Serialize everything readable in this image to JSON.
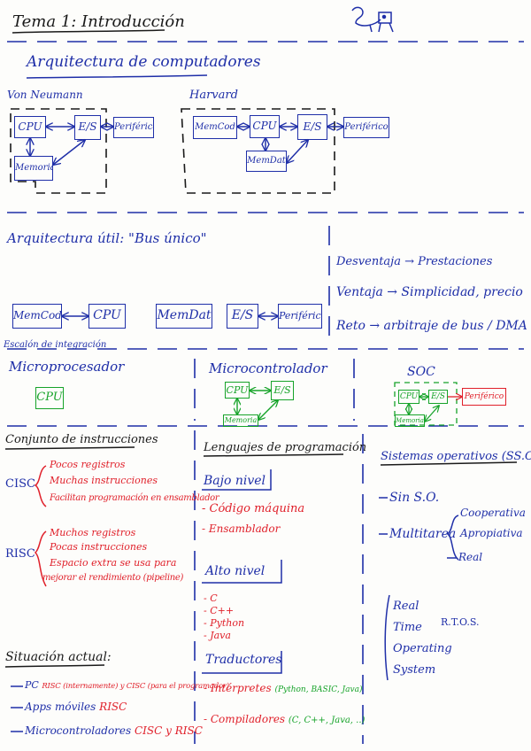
{
  "header": {
    "title": "Tema 1: Introducción"
  },
  "arch": {
    "title": "Arquitectura de computadores",
    "vn": {
      "label": "Von Neumann",
      "cpu": "CPU",
      "es": "E/S",
      "perif": "Periférico",
      "mem": "Memoria"
    },
    "harvard": {
      "label": "Harvard",
      "memcod": "MemCod",
      "cpu": "CPU",
      "es": "E/S",
      "perif": "Periférico",
      "memdat": "MemDat"
    }
  },
  "bus": {
    "title": "Arquitectura útil: \"Bus único\"",
    "memcod": "MemCod",
    "cpu": "CPU",
    "memdat": "MemDat",
    "es": "E/S",
    "perif": "Periférico",
    "desventaja": "Desventaja → Prestaciones",
    "ventaja": "Ventaja → Simplicidad, precio",
    "reto": "Reto → arbitraje de bus / DMA",
    "escalon": "Escalón de integración"
  },
  "integration": {
    "micro": {
      "label": "Microprocesador",
      "cpu": "CPU"
    },
    "mcu": {
      "label": "Microcontrolador",
      "cpu": "CPU",
      "es": "E/S",
      "mem": "Memoria"
    },
    "soc": {
      "label": "SOC",
      "cpu": "CPU",
      "es": "E/S",
      "mem": "Memoria",
      "perif": "Periférico"
    }
  },
  "isa": {
    "title": "Conjunto de instrucciones",
    "cisc": {
      "label": "CISC",
      "items": [
        "Pocos registros",
        "Muchas instrucciones",
        "Facilitan programación en ensamblador"
      ]
    },
    "risc": {
      "label": "RISC",
      "items": [
        "Muchos registros",
        "Pocas instrucciones",
        "Espacio extra se usa para",
        "mejorar el rendimiento (pipeline)"
      ]
    },
    "situacion": {
      "title": "Situación actual:",
      "pc_prefix": "PC",
      "pc_red": "RISC (internamente) y CISC (para el programador)",
      "apps_prefix": "Apps móviles",
      "apps_red": "RISC",
      "mcu_prefix": "Microcontroladores",
      "mcu_red": "CISC y RISC"
    }
  },
  "lang": {
    "title": "Lenguajes de programación",
    "bajo": {
      "label": "Bajo nivel",
      "items": [
        "Código máquina",
        "Ensamblador"
      ]
    },
    "alto": {
      "label": "Alto nivel",
      "items": [
        "C",
        "C++",
        "Python",
        "Java"
      ]
    },
    "trad": {
      "label": "Traductores",
      "interp": "Intérpretes",
      "interp_ex": "(Python, BASIC, Java)",
      "comp": "Compiladores",
      "comp_ex": "(C, C++, Java, ..)"
    }
  },
  "os": {
    "title": "Sistemas operativos (SS.OO)",
    "sin": "Sin S.O.",
    "multi": "Multitarea",
    "multi_items": [
      "Cooperativa",
      "Apropiativa",
      "Real"
    ],
    "rtos_words": [
      "Real",
      "Time",
      "Operating",
      "System"
    ],
    "rtos": "R.T.O.S."
  },
  "colors": {
    "blue": "#1f2fa8",
    "red": "#e0202a",
    "green": "#16a329",
    "ink": "#1a1a1a"
  },
  "icons": [
    "doodle-icon"
  ]
}
